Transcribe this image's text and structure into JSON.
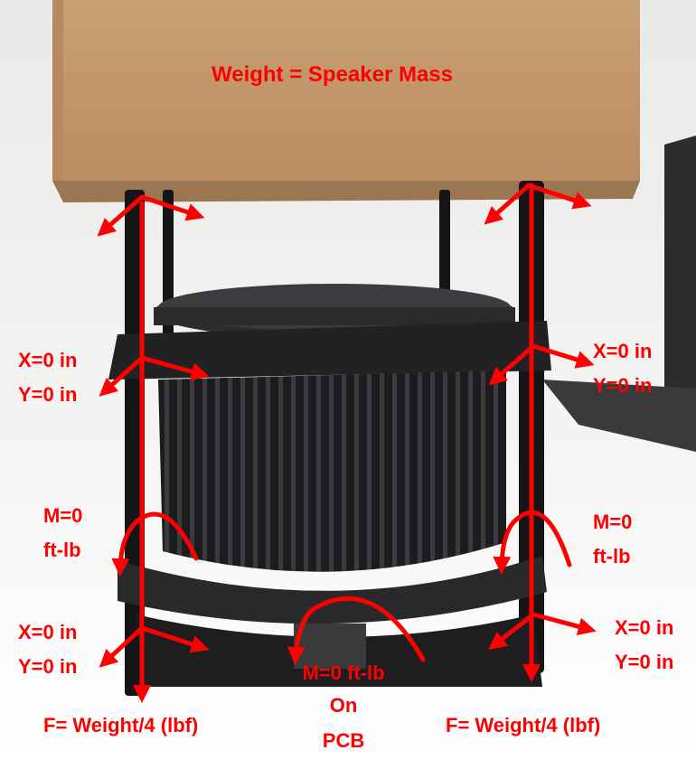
{
  "colors": {
    "annotation": "#ff0000",
    "box": "#c69b6d",
    "box_shadow": "#9a7651",
    "cooler_dark": "#1f1f21",
    "cooler_mid": "#3a3a3d",
    "background": "#f2f2f2"
  },
  "labels": {
    "title": "Weight = Speaker Mass",
    "top_left": {
      "x": "X=0 in",
      "y": "Y=0 in"
    },
    "top_right": {
      "x": "X=0 in",
      "y": "Y=0 in"
    },
    "moment_left": {
      "line1": "M=0",
      "line2": "ft-lb"
    },
    "moment_right": {
      "line1": "M=0",
      "line2": "ft-lb"
    },
    "bottom_left": {
      "x": "X=0 in",
      "y": "Y=0 in"
    },
    "bottom_right": {
      "x": "X=0 in",
      "y": "Y=0 in"
    },
    "pcb_moment": {
      "line1": "M=0 ft-lb",
      "line2": "On",
      "line3": "PCB"
    },
    "force_left": "F= Weight/4 (lbf)",
    "force_right": "F= Weight/4 (lbf)"
  }
}
